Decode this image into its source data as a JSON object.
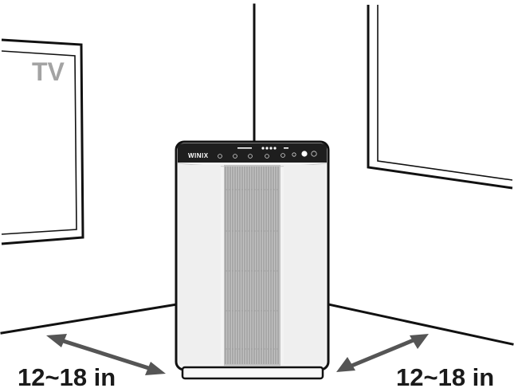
{
  "tv": {
    "label": "TV"
  },
  "purifier": {
    "brand": "WINIX"
  },
  "clearance": {
    "left_text": "12~18 in",
    "right_text": "12~18 in"
  },
  "colors": {
    "line": "#111111",
    "tv_label": "#a3a3a3",
    "body_light": "#f0f0f0",
    "grille": "#b4b4b4",
    "grille_dark": "#8d8d8d",
    "top_panel": "#1e1e1e",
    "arrow": "#555555",
    "text": "#1a1a1a"
  }
}
